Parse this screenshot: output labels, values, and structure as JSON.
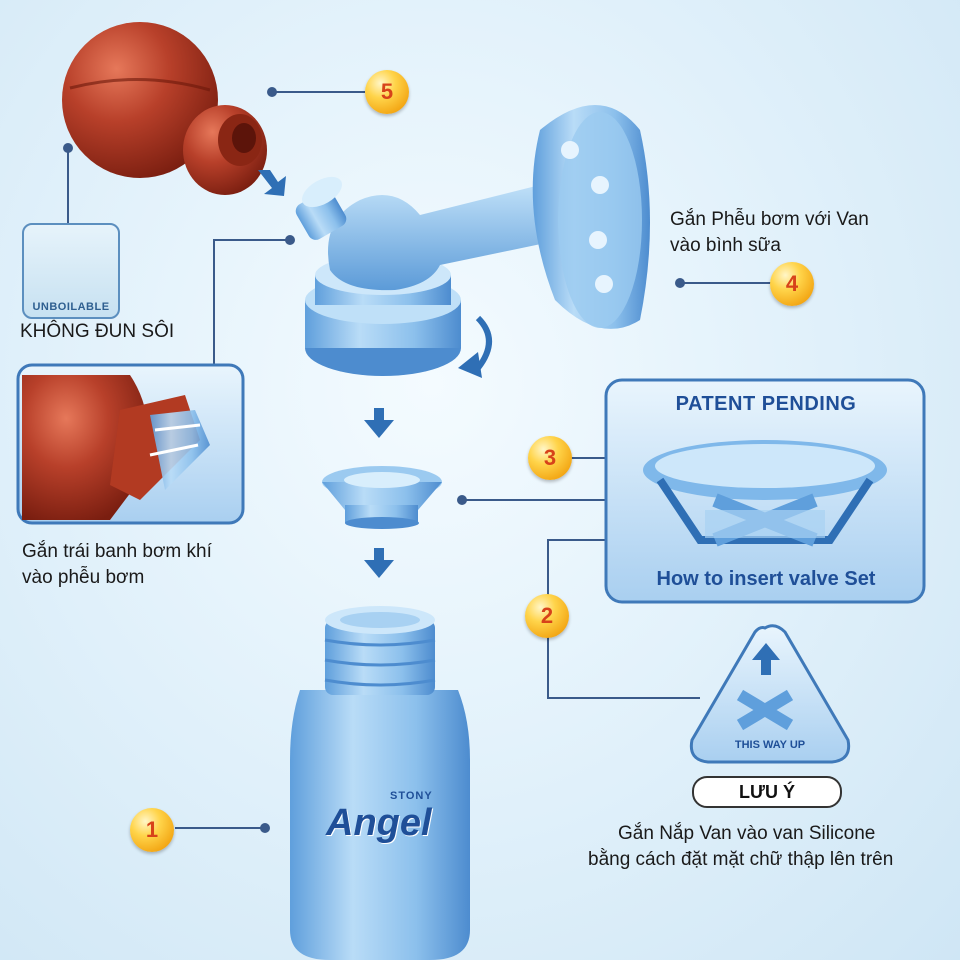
{
  "steps": [
    {
      "number": "1"
    },
    {
      "number": "2"
    },
    {
      "number": "3"
    },
    {
      "number": "4"
    },
    {
      "number": "5"
    }
  ],
  "labels": {
    "no_boil": "KHÔNG ĐUN SÔI",
    "unboilable": "UNBOILABLE",
    "attach_bulb_line1": "Gắn trái banh bơm khí",
    "attach_bulb_line2": "vào phễu bơm",
    "attach_funnel_line1": "Gắn Phễu bơm với Van",
    "attach_funnel_line2": "vào bình sữa",
    "patent_pending": "PATENT  PENDING",
    "how_to_insert": "How to insert valve Set",
    "this_way_up": "THIS WAY UP",
    "note_title": "LƯU Ý",
    "note_line1": "Gắn Nắp Van vào van Silicone",
    "note_line2": "bằng cách đặt mặt chữ thập lên trên",
    "brand_small": "STONY",
    "brand": "Angel"
  },
  "colors": {
    "blue_part": "#7fb8ea",
    "blue_dark": "#2f6fb5",
    "red_bulb": "#b23a22",
    "badge_text": "#d7421a",
    "leader": "#3a5a8a"
  }
}
